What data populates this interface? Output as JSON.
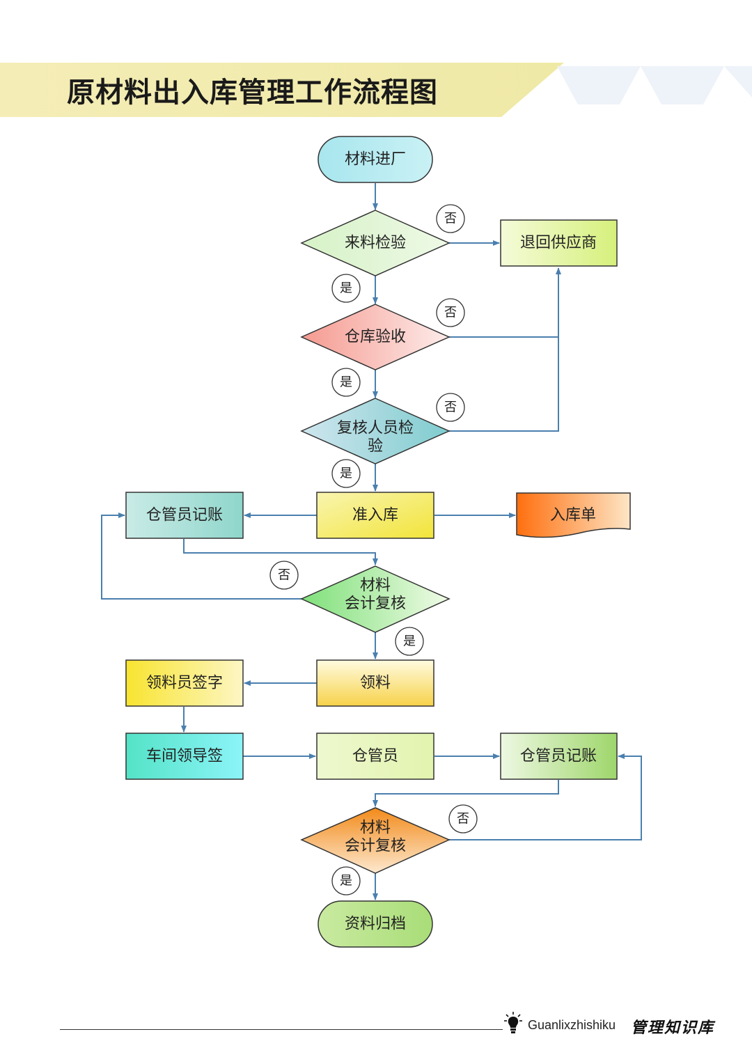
{
  "header": {
    "title": "原材料出入库管理工作流程图"
  },
  "nodes": {
    "start": "材料进厂",
    "incoming_inspection": "来料检验",
    "return_supplier": "退回供应商",
    "warehouse_acceptance": "仓库验收",
    "reviewer_inspection_line1": "复核人员检",
    "reviewer_inspection_line2": "验",
    "approve_storage": "准入库",
    "storage_slip": "入库单",
    "keeper_bookkeeping_1": "仓管员记账",
    "accounting_review_1_line1": "材料",
    "accounting_review_1_line2": "会计复核",
    "pick_material": "领料",
    "picker_sign": "领料员签字",
    "workshop_leader_sign": "车间领导签",
    "warehouse_keeper": "仓管员",
    "keeper_bookkeeping_2": "仓管员记账",
    "accounting_review_2_line1": "材料",
    "accounting_review_2_line2": "会计复核",
    "end": "资料归档"
  },
  "labels": {
    "yes": "是",
    "no": "否"
  },
  "footer": {
    "brand": "Guanlixzhishiku",
    "brand_cn": "管理知识库"
  },
  "colors": {
    "line": "#4a7fae",
    "node_border": "#333333"
  }
}
